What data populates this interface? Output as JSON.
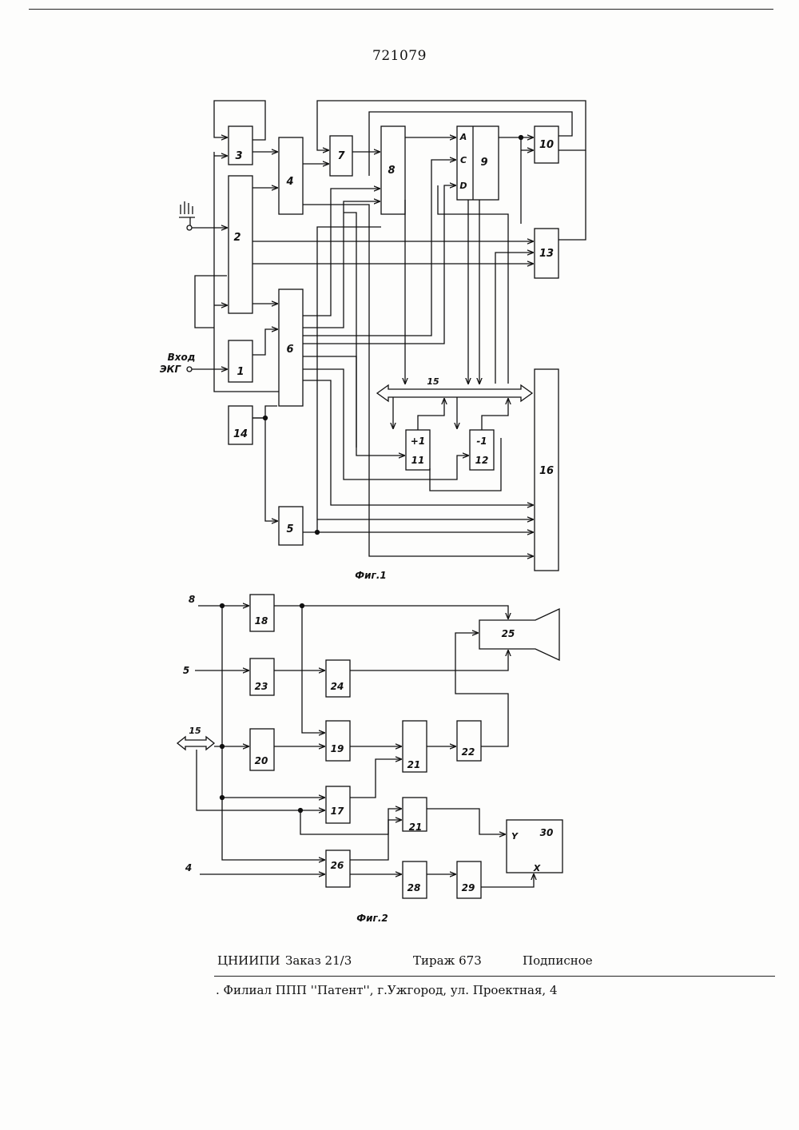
{
  "document": {
    "patent_number": "721079",
    "footer": {
      "organization": "ЦНИИПИ",
      "order": "Заказ  21/3",
      "circulation": "Тираж 673",
      "subscription": "Подписное",
      "branch": ". Филиал ППП ''Патент'', г.Ужгород, ул. Проектная, 4"
    }
  },
  "fig1": {
    "caption": "Фиг.1",
    "input_label_line1": "Вход",
    "input_label_line2": "ЭКГ",
    "blocks": {
      "b1": "1",
      "b2": "2",
      "b3": "3",
      "b4": "4",
      "b5": "5",
      "b6": "6",
      "b7": "7",
      "b8": "8",
      "b9": "9",
      "b10": "10",
      "b13": "13",
      "b14": "14",
      "b16": "16",
      "b11": "11",
      "b12": "12"
    },
    "block11_op": "+1",
    "block12_op": "-1",
    "block9_ports": {
      "a": "A",
      "c": "C",
      "d": "D"
    },
    "bus_label": "15"
  },
  "fig2": {
    "caption": "Фиг.2",
    "inputs": {
      "in8": "8",
      "in5": "5",
      "in15": "15",
      "in4": "4"
    },
    "blocks": {
      "b18": "18",
      "b23": "23",
      "b24": "24",
      "b20": "20",
      "b19": "19",
      "b21a": "21",
      "b22": "22",
      "b17": "17",
      "b21b": "21",
      "b26": "26",
      "b28": "28",
      "b29": "29",
      "b25": "25",
      "b30": "30"
    },
    "axis_y": "Y",
    "axis_x": "X"
  }
}
